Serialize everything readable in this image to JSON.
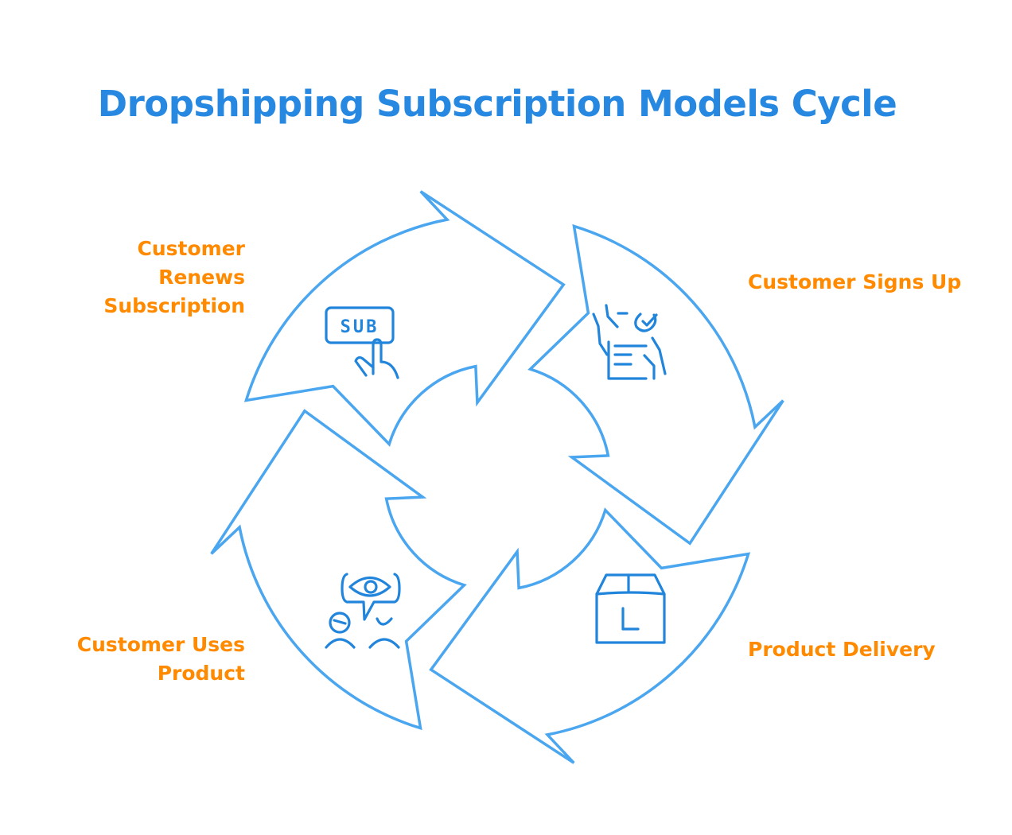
{
  "title": "Dropshipping Subscription Models Cycle",
  "colors": {
    "title": "#2688E0",
    "label": "#FF8A00",
    "arrow_stroke": "#4BA6F0",
    "icon_stroke": "#2285DC"
  },
  "cycle": {
    "direction": "clockwise",
    "steps": [
      {
        "id": "signs-up",
        "label": "Customer Signs Up",
        "icon": "document-check-hands-icon"
      },
      {
        "id": "delivery",
        "label": "Product Delivery",
        "icon": "package-box-icon"
      },
      {
        "id": "uses",
        "label": "Customer Uses Product",
        "icon": "people-eye-speech-icon"
      },
      {
        "id": "renews",
        "label": "Customer Renews Subscription",
        "icon": "sub-button-click-icon"
      }
    ],
    "sub_icon_text": "SUB",
    "box_icon_text": "L"
  }
}
